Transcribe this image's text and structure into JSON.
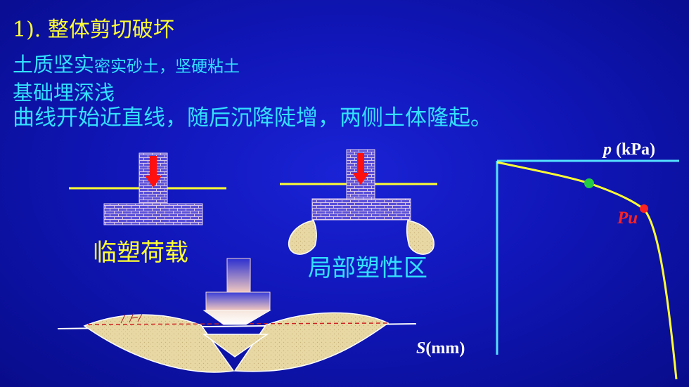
{
  "title": "1). 整体剪切破坏",
  "line1_main": "土质坚实",
  "line1_small": "密实砂土，坚硬粘土",
  "line2": "基础埋深浅",
  "line3": "曲线开始近直线，随后沉降陡增，两侧土体隆起。",
  "label_critical_load": "临塑荷载",
  "label_local_plastic": "局部塑性区",
  "curve": {
    "pu_label": "Pu",
    "p_axis_var": "p",
    "p_axis_unit": " (kPa)",
    "s_axis_var": "S",
    "s_axis_unit": "(mm)",
    "colors": {
      "curve": "#ffff33",
      "axis": "#55e0ff",
      "critical_point": "#22cc44",
      "ultimate_point": "#ff2222"
    }
  }
}
